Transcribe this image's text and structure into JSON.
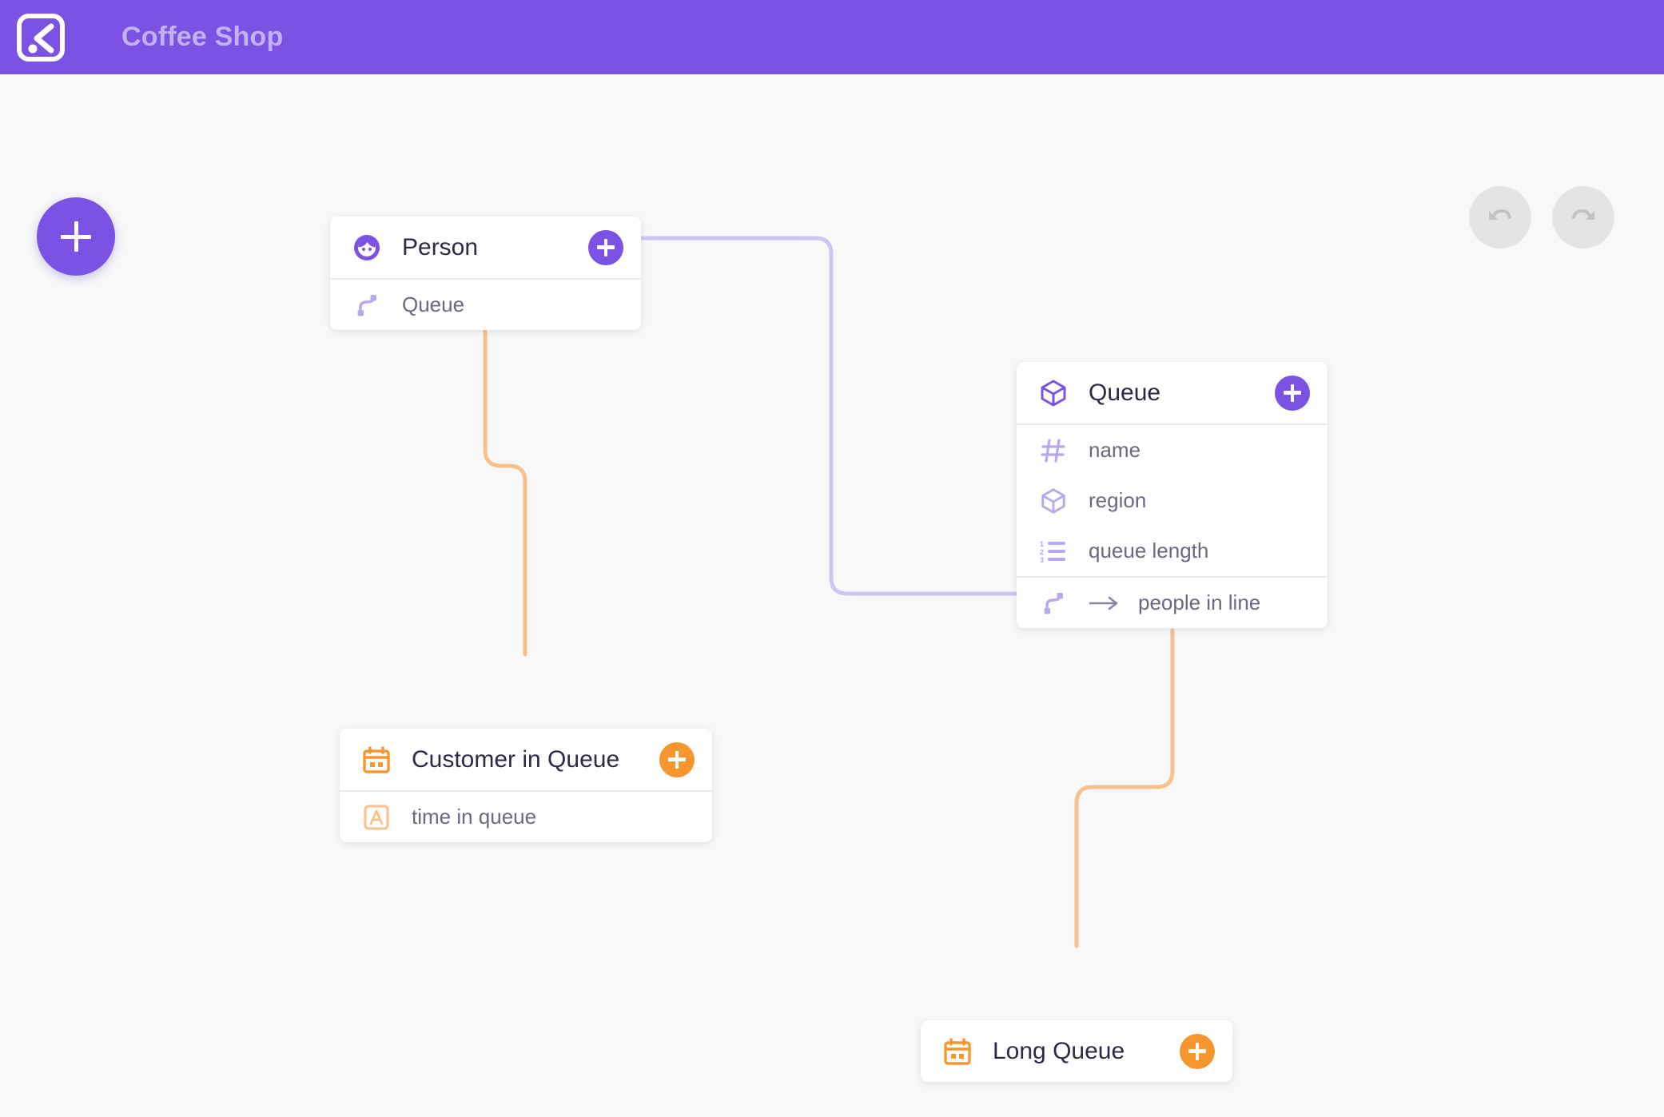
{
  "header": {
    "title": "Coffee Shop",
    "logo_icon": "kinetic-logo-icon"
  },
  "toolbar": {
    "add_label": "+",
    "add_icon": "plus-icon",
    "undo_icon": "undo-arrow-icon",
    "redo_icon": "redo-arrow-icon"
  },
  "colors": {
    "brand_purple": "#7c52e5",
    "brand_purple_light": "#c3b1f3",
    "accent_orange": "#f7952f",
    "accent_orange_light": "#fbc18a",
    "canvas_bg": "#f8f8f9",
    "title_text": "#2e2a45",
    "field_text": "#6b6880",
    "edge_purple": "#cfc4f3",
    "edge_orange": "#fac08a"
  },
  "cards": [
    {
      "id": "person",
      "title": "Person",
      "icon": "person-face-icon",
      "accent": "purple",
      "add_icon": "plus-icon",
      "fields": [
        {
          "label": "Queue",
          "icon": "relation-icon",
          "relation": false
        }
      ]
    },
    {
      "id": "queue",
      "title": "Queue",
      "icon": "cube-icon",
      "accent": "purple",
      "add_icon": "plus-icon",
      "fields": [
        {
          "label": "name",
          "icon": "hash-icon",
          "relation": false
        },
        {
          "label": "region",
          "icon": "cube-icon",
          "relation": false
        },
        {
          "label": "queue length",
          "icon": "numbered-list-icon",
          "relation": false
        },
        {
          "label": "people in line",
          "icon": "relation-icon",
          "relation": true,
          "arrow_icon": "arrow-right-icon"
        }
      ]
    },
    {
      "id": "customer-in-queue",
      "title": "Customer in Queue",
      "icon": "calendar-icon",
      "accent": "orange",
      "add_icon": "plus-icon",
      "fields": [
        {
          "label": "time in queue",
          "icon": "text-a-icon",
          "relation": false
        }
      ]
    },
    {
      "id": "long-queue",
      "title": "Long Queue",
      "icon": "calendar-icon",
      "accent": "orange",
      "add_icon": "plus-icon",
      "fields": []
    }
  ],
  "edges": [
    {
      "from": "person.Queue",
      "to": "queue.people in line",
      "color": "#cfc4f3"
    },
    {
      "from": "person",
      "to": "customer-in-queue",
      "color": "#fac08a"
    },
    {
      "from": "queue.people in line",
      "to": "long-queue",
      "color": "#fac08a"
    }
  ]
}
